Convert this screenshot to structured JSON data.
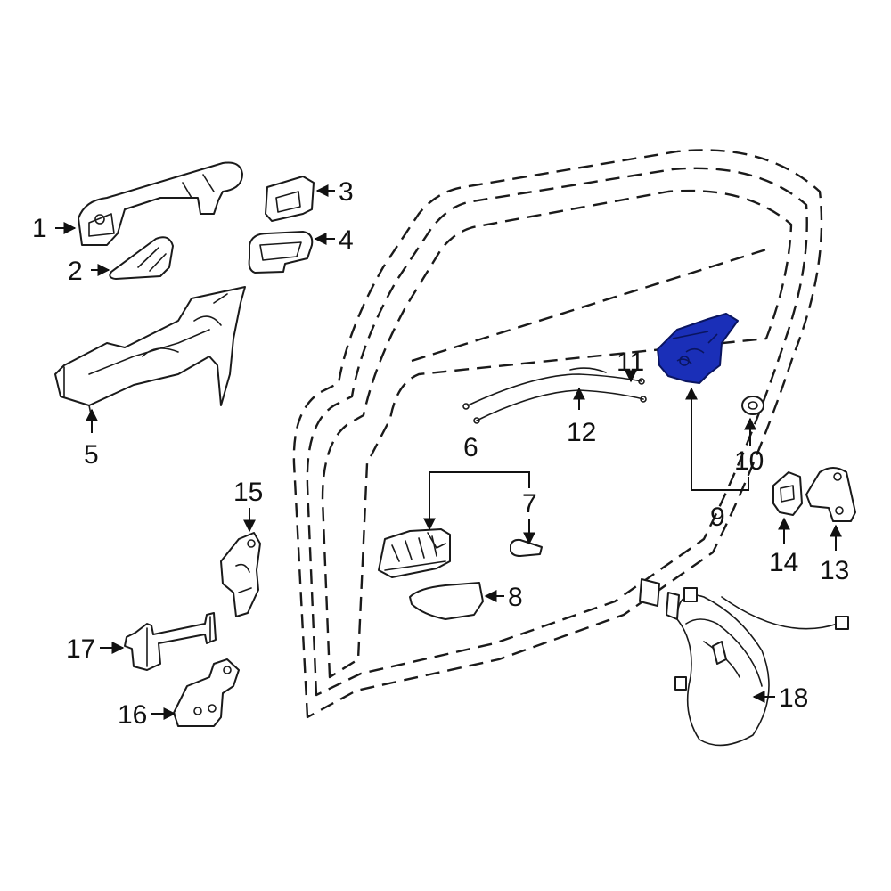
{
  "diagram": {
    "highlight_color": "#1a2fb8",
    "labels": [
      {
        "id": "1",
        "text": "1"
      },
      {
        "id": "2",
        "text": "2"
      },
      {
        "id": "3",
        "text": "3"
      },
      {
        "id": "4",
        "text": "4"
      },
      {
        "id": "5",
        "text": "5"
      },
      {
        "id": "6",
        "text": "6"
      },
      {
        "id": "7",
        "text": "7"
      },
      {
        "id": "8",
        "text": "8"
      },
      {
        "id": "9",
        "text": "9"
      },
      {
        "id": "10",
        "text": "10"
      },
      {
        "id": "11",
        "text": "11"
      },
      {
        "id": "12",
        "text": "12"
      },
      {
        "id": "13",
        "text": "13"
      },
      {
        "id": "14",
        "text": "14"
      },
      {
        "id": "15",
        "text": "15"
      },
      {
        "id": "16",
        "text": "16"
      },
      {
        "id": "17",
        "text": "17"
      },
      {
        "id": "18",
        "text": "18"
      }
    ]
  }
}
